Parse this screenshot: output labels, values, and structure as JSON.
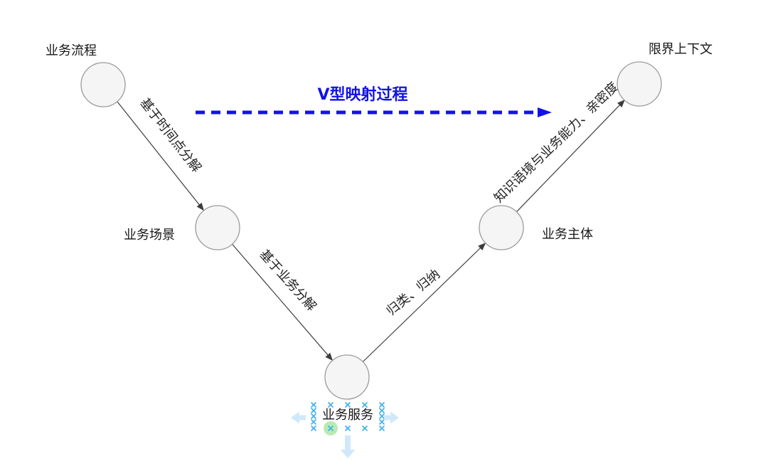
{
  "diagram": {
    "title": "V型映射过程",
    "nodes": [
      {
        "id": "business-process",
        "label": "业务流程"
      },
      {
        "id": "business-scenario",
        "label": "业务场景"
      },
      {
        "id": "business-service",
        "label": "业务服务"
      },
      {
        "id": "business-subject",
        "label": "业务主体"
      },
      {
        "id": "bounded-context",
        "label": "限界上下文"
      }
    ],
    "edges": [
      {
        "from": "business-process",
        "to": "business-scenario",
        "label": "基于时间点分解"
      },
      {
        "from": "business-scenario",
        "to": "business-service",
        "label": "基于业务分解"
      },
      {
        "from": "business-service",
        "to": "business-subject",
        "label": "归类、归纳"
      },
      {
        "from": "business-subject",
        "to": "bounded-context",
        "label": "知识语境与业务能力、亲密度"
      }
    ]
  },
  "selection": {
    "selected_label": "业务服务",
    "connection_point_icon": "x-mark",
    "direction_arrows": [
      "left",
      "right",
      "down"
    ]
  },
  "colors": {
    "accent_blue": "#1212e6",
    "node_fill": "#f5f5f5",
    "node_stroke": "#9b9b9b",
    "edge_line": "#3d3d3d",
    "label_text": "#161616",
    "connection_point_blue": "#3fb1ef",
    "selection_arrow_blue": "#cfe9fb",
    "selection_highlight_green": "#a5e6a0",
    "background": "#ffffff"
  }
}
